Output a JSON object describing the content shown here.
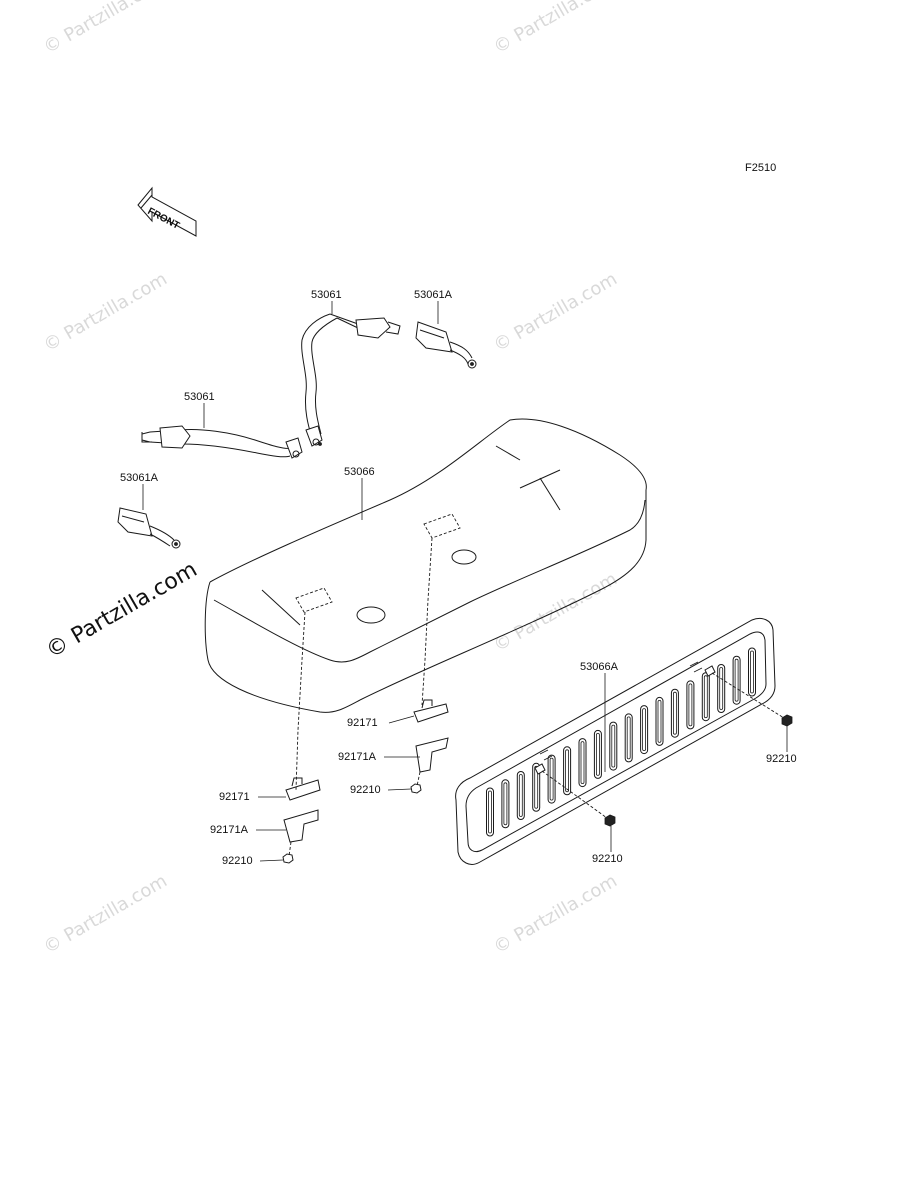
{
  "figure_code": "F2510",
  "front_indicator": "FRONT",
  "watermark_text": "© Partzilla.com",
  "parts": {
    "seat_belt_left": "53061",
    "seat_belt_right": "53061",
    "buckle_right": "53061A",
    "buckle_left": "53061A",
    "seat": "53066",
    "seat_back": "53066A",
    "bracket_center": "92171",
    "bracket_left": "92171",
    "bracket_a_center": "92171A",
    "bracket_a_left": "92171A",
    "nut_center": "92210",
    "nut_left": "92210",
    "nut_back_bottom": "92210",
    "nut_back_right": "92210"
  },
  "icons": {
    "front_arrow": "front-arrow-icon"
  }
}
